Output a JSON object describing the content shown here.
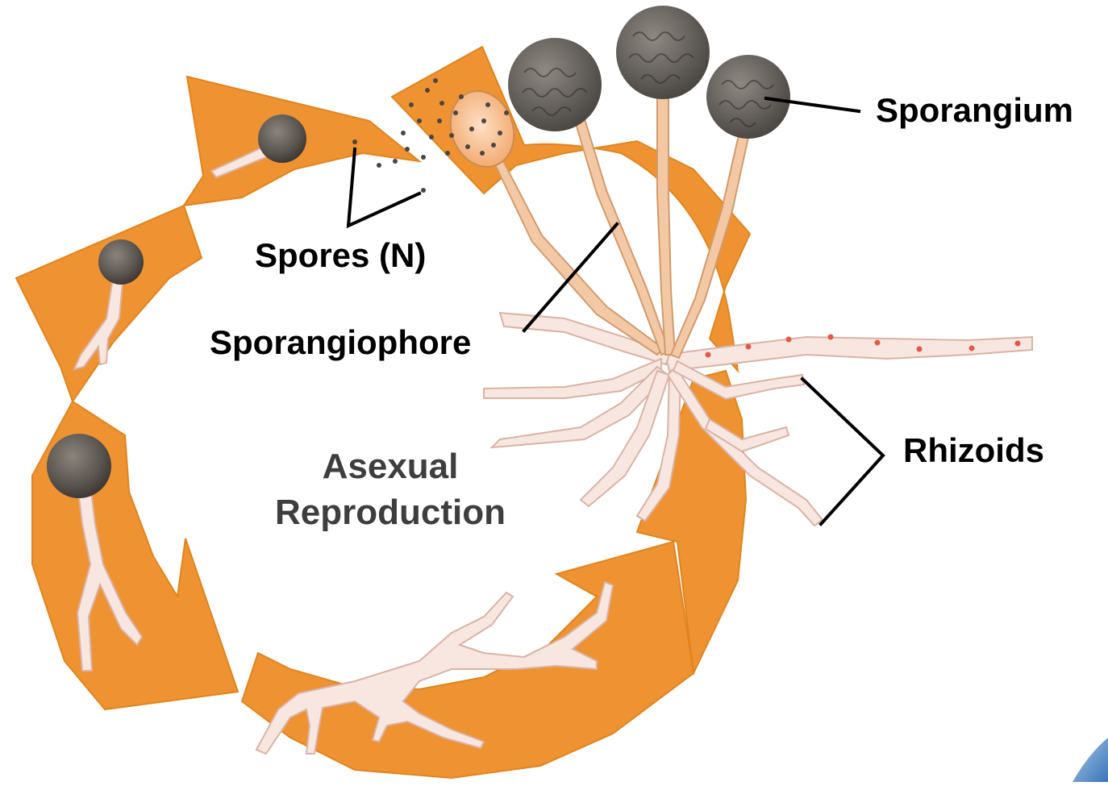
{
  "labels": {
    "sporangium": "Sporangium",
    "spores": "Spores (N)",
    "sporangiophore": "Sporangiophore",
    "rhizoids": "Rhizoids"
  },
  "cycle_title": {
    "line1": "Asexual",
    "line2": "Reproduction"
  },
  "colors": {
    "arrow_orange": "#ef9332",
    "arrow_edge": "#d97a1c",
    "hypha_pink": "#f8e6e0",
    "hypha_edge": "#d9b3a6",
    "spore_gray": "#5e5954",
    "stalk_tan": "#f3c9a5",
    "corner_blue": "#4a86c8"
  },
  "icons": [
    "spore-germinating-icon",
    "sporangium-icon",
    "mycelium-icon",
    "rhizoid-icon"
  ]
}
